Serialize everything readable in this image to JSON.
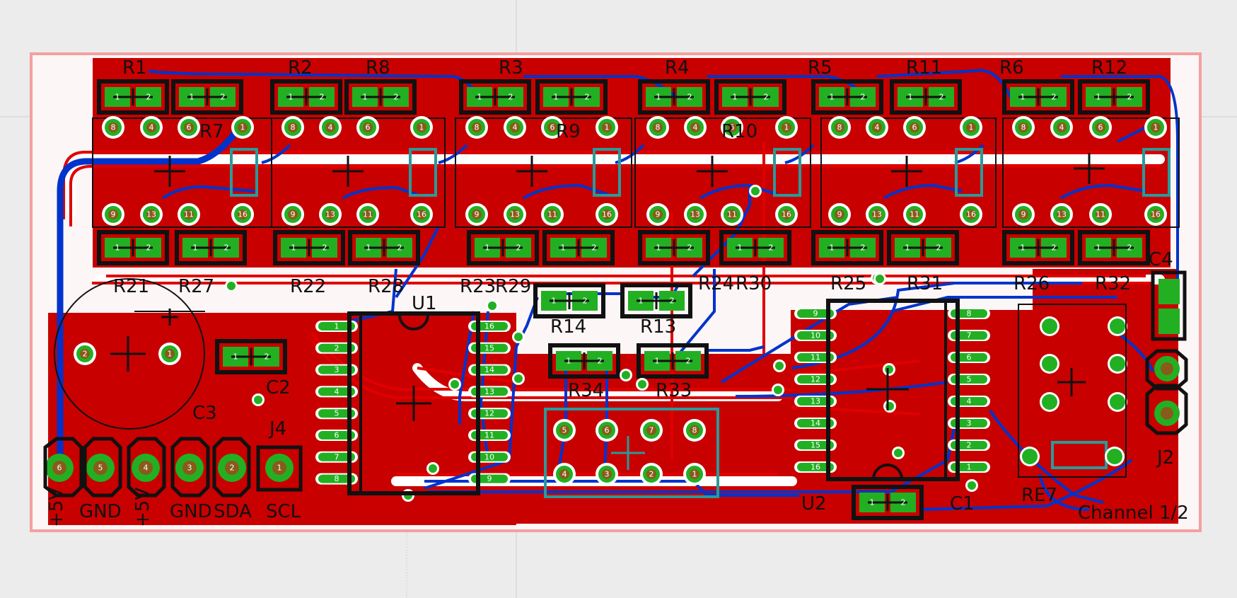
{
  "board": {
    "copper_color": "#c80000",
    "outline_color": "#f4a0a0",
    "background_color": "#ececec",
    "pad_color": "#22b022",
    "via_color": "#8a5a1a",
    "trace_red": "#e00000",
    "trace_blue": "#0033cc",
    "silk_color": "#111111",
    "teal_color": "#2a9a9a"
  },
  "components": {
    "R1": "R1",
    "R2": "R2",
    "R3": "R3",
    "R4": "R4",
    "R5": "R5",
    "R6": "R6",
    "R7": "R7",
    "R8": "R8",
    "R9": "R9",
    "R10": "R10",
    "R11": "R11",
    "R12": "R12",
    "R13": "R13",
    "R14": "R14",
    "R21": "R21",
    "R22": "R22",
    "R23": "R23",
    "R24": "R24",
    "R25": "R25",
    "R26": "R26",
    "R27": "R27",
    "R28": "R28",
    "R29": "R29",
    "R30": "R30",
    "R31": "R31",
    "R32": "R32",
    "R33": "R33",
    "R34": "R34",
    "U1": "U1",
    "U2": "U2",
    "C1": "C1",
    "C2": "C2",
    "C3": "C3",
    "C4": "C4",
    "J2": "J2",
    "J4": "J4",
    "RE7": "RE7"
  },
  "connector_labels": [
    "+5V",
    "GND",
    "+5V",
    "GND",
    "SDA",
    "SCL"
  ],
  "footer_label": "Channel 1/2",
  "pad_numbers": {
    "relay_top": [
      "8",
      "4",
      "6",
      "1"
    ],
    "relay_bottom": [
      "9",
      "13",
      "11",
      "16"
    ],
    "u1_left": [
      "1",
      "2",
      "3",
      "4",
      "5",
      "6",
      "7",
      "8"
    ],
    "u1_right": [
      "16",
      "15",
      "14",
      "13",
      "12",
      "11",
      "10",
      "9"
    ],
    "u2_left": [
      "9",
      "10",
      "11",
      "12",
      "13",
      "14",
      "15",
      "16"
    ],
    "u2_right": [
      "8",
      "7",
      "6",
      "5",
      "4",
      "3",
      "2",
      "1"
    ],
    "header": [
      "6",
      "5",
      "4",
      "3",
      "2",
      "1"
    ],
    "teal_top": [
      "5",
      "6",
      "7",
      "8"
    ],
    "teal_bottom": [
      "4",
      "3",
      "2",
      "1"
    ],
    "resistor": [
      "1",
      "2"
    ],
    "cap": [
      "2",
      "1"
    ]
  }
}
